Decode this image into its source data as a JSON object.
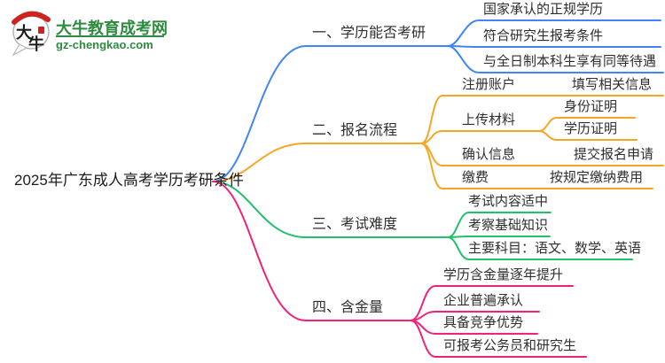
{
  "logo": {
    "icon_text_1": "大",
    "icon_text_2": "牛",
    "title": "大牛教育成考网",
    "domain": "gz-chengkao.com",
    "brand_green": "#2E8B3F",
    "seal_red": "#CE2420"
  },
  "root": {
    "label": "2025年广东成人高考学历考研条件"
  },
  "branches": [
    {
      "label": "一、学历能否考研",
      "color": "#4285F4",
      "children": [
        {
          "label": "国家承认的正规学历"
        },
        {
          "label": "符合研究生报考条件"
        },
        {
          "label": "与全日制本科生享有同等待遇"
        }
      ]
    },
    {
      "label": "二、报名流程",
      "color": "#F5A623",
      "children": [
        {
          "label": "注册账户",
          "children": [
            {
              "label": "填写相关信息"
            }
          ]
        },
        {
          "label": "上传材料",
          "children": [
            {
              "label": "身份证明"
            },
            {
              "label": "学历证明"
            }
          ]
        },
        {
          "label": "确认信息",
          "children": [
            {
              "label": "提交报名申请"
            }
          ]
        },
        {
          "label": "缴费",
          "children": [
            {
              "label": "按规定缴纳费用"
            }
          ]
        }
      ]
    },
    {
      "label": "三、考试难度",
      "color": "#21C06E",
      "children": [
        {
          "label": "考试内容适中"
        },
        {
          "label": "考察基础知识"
        },
        {
          "label": "主要科目：语文、数学、英语"
        }
      ]
    },
    {
      "label": "四、含金量",
      "color": "#F2227A",
      "children": [
        {
          "label": "学历含金量逐年提升"
        },
        {
          "label": "企业普遍承认"
        },
        {
          "label": "具备竞争优势"
        },
        {
          "label": "可报考公务员和研究生"
        }
      ]
    }
  ]
}
